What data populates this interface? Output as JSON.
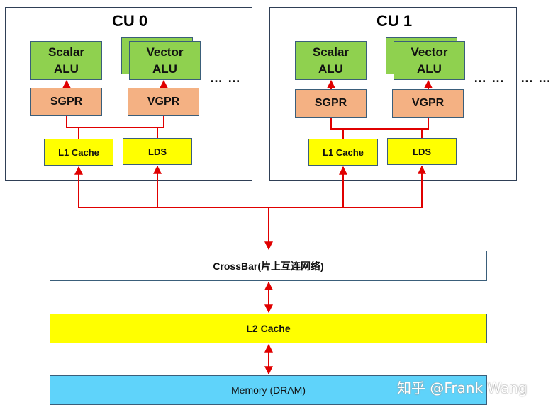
{
  "cu0": {
    "title": "CU 0",
    "scalar_alu": "Scalar\nALU",
    "vector_alu": "Vector\nALU",
    "sgpr": "SGPR",
    "vgpr": "VGPR",
    "l1": "L1 Cache",
    "lds": "LDS",
    "dots": "… …"
  },
  "cu1": {
    "title": "CU 1",
    "scalar_alu": "Scalar\nALU",
    "vector_alu": "Vector\nALU",
    "sgpr": "SGPR",
    "vgpr": "VGPR",
    "l1": "L1 Cache",
    "lds": "LDS",
    "dots": "… …"
  },
  "outer_dots": "… …",
  "crossbar": "CrossBar(片上互连网络)",
  "l2": "L2 Cache",
  "memory": "Memory (DRAM)",
  "watermark": "知乎 @Frank Wang",
  "colors": {
    "alu": "#8fd14f",
    "gpr": "#f4b183",
    "cache": "#ffff00",
    "memory": "#5fd3fa",
    "wire": "#e00000",
    "border": "#3a5e7a"
  }
}
